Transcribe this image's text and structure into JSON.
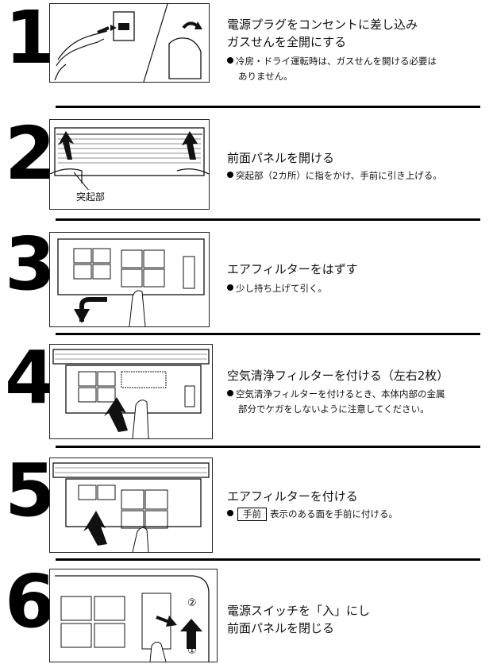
{
  "steps": [
    {
      "number": "1",
      "title": "電源プラグをコンセントに差し込み\nガスせんを全開にする",
      "note_lines": [
        "冷房・ドライ運転時は、ガスせんを開ける必要は",
        "ありません。"
      ]
    },
    {
      "number": "2",
      "title": "前面パネルを開ける",
      "note_lines": [
        "突起部（2カ所）に指をかけ、手前に引き上げる。"
      ],
      "callout": "突起部"
    },
    {
      "number": "3",
      "title": "エアフィルターをはずす",
      "note_lines": [
        "少し持ち上げて引く。"
      ]
    },
    {
      "number": "4",
      "title": "空気清浄フィルターを付ける（左右2枚）",
      "note_lines": [
        "空気清浄フィルターを付けるとき、本体内部の金属",
        "部分でケガをしないように注意してください。"
      ]
    },
    {
      "number": "5",
      "title": "エアフィルターを付ける",
      "note_box": "手前",
      "note_after": "表示のある面を手前に付ける。"
    },
    {
      "number": "6",
      "title": "電源スイッチを「入」にし\n前面パネルを閉じる",
      "marker_1": "①",
      "marker_2": "②"
    }
  ]
}
